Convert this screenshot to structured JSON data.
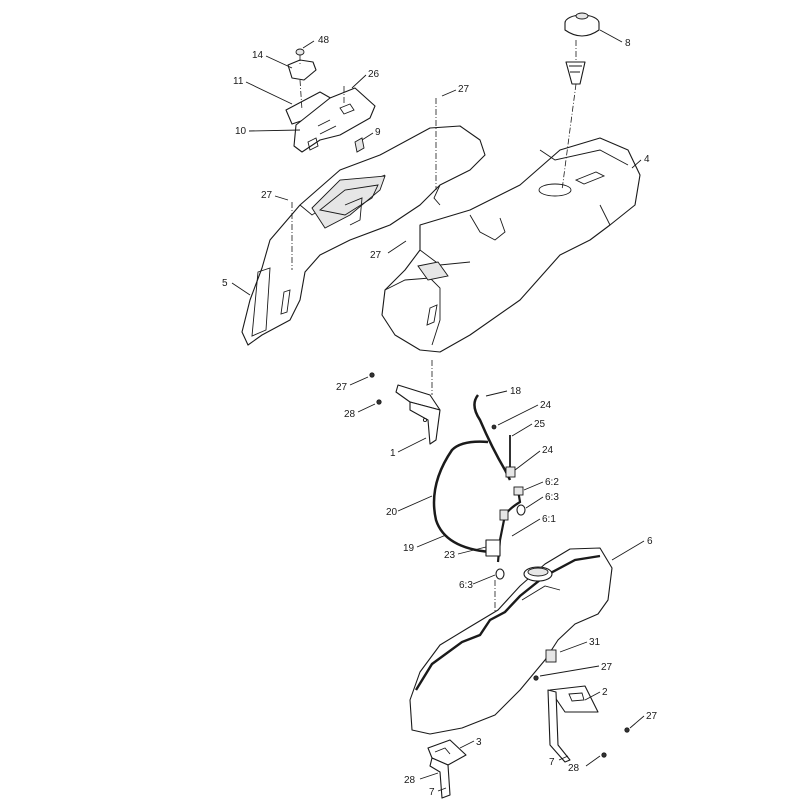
{
  "diagram": {
    "callouts": [
      {
        "id": "c48",
        "label": "48"
      },
      {
        "id": "c14",
        "label": "14"
      },
      {
        "id": "c26",
        "label": "26"
      },
      {
        "id": "c11",
        "label": "11"
      },
      {
        "id": "c27a",
        "label": "27"
      },
      {
        "id": "c9",
        "label": "9"
      },
      {
        "id": "c10",
        "label": "10"
      },
      {
        "id": "c8",
        "label": "8"
      },
      {
        "id": "c4",
        "label": "4"
      },
      {
        "id": "c27b",
        "label": "27"
      },
      {
        "id": "c27c",
        "label": "27"
      },
      {
        "id": "c5",
        "label": "5"
      },
      {
        "id": "c27d",
        "label": "27"
      },
      {
        "id": "c28a",
        "label": "28"
      },
      {
        "id": "c18",
        "label": "18"
      },
      {
        "id": "c24a",
        "label": "24"
      },
      {
        "id": "c25",
        "label": "25"
      },
      {
        "id": "c1",
        "label": "1"
      },
      {
        "id": "c24b",
        "label": "24"
      },
      {
        "id": "c6_2",
        "label": "6:2"
      },
      {
        "id": "c6_3a",
        "label": "6:3"
      },
      {
        "id": "c20",
        "label": "20"
      },
      {
        "id": "c6_1",
        "label": "6:1"
      },
      {
        "id": "c19",
        "label": "19"
      },
      {
        "id": "c23",
        "label": "23"
      },
      {
        "id": "c6",
        "label": "6"
      },
      {
        "id": "c6_3b",
        "label": "6:3"
      },
      {
        "id": "c31",
        "label": "31"
      },
      {
        "id": "c27e",
        "label": "27"
      },
      {
        "id": "c2",
        "label": "2"
      },
      {
        "id": "c27f",
        "label": "27"
      },
      {
        "id": "c3",
        "label": "3"
      },
      {
        "id": "c7a",
        "label": "7"
      },
      {
        "id": "c28b",
        "label": "28"
      },
      {
        "id": "c28c",
        "label": "28"
      },
      {
        "id": "c7b",
        "label": "7"
      }
    ]
  }
}
